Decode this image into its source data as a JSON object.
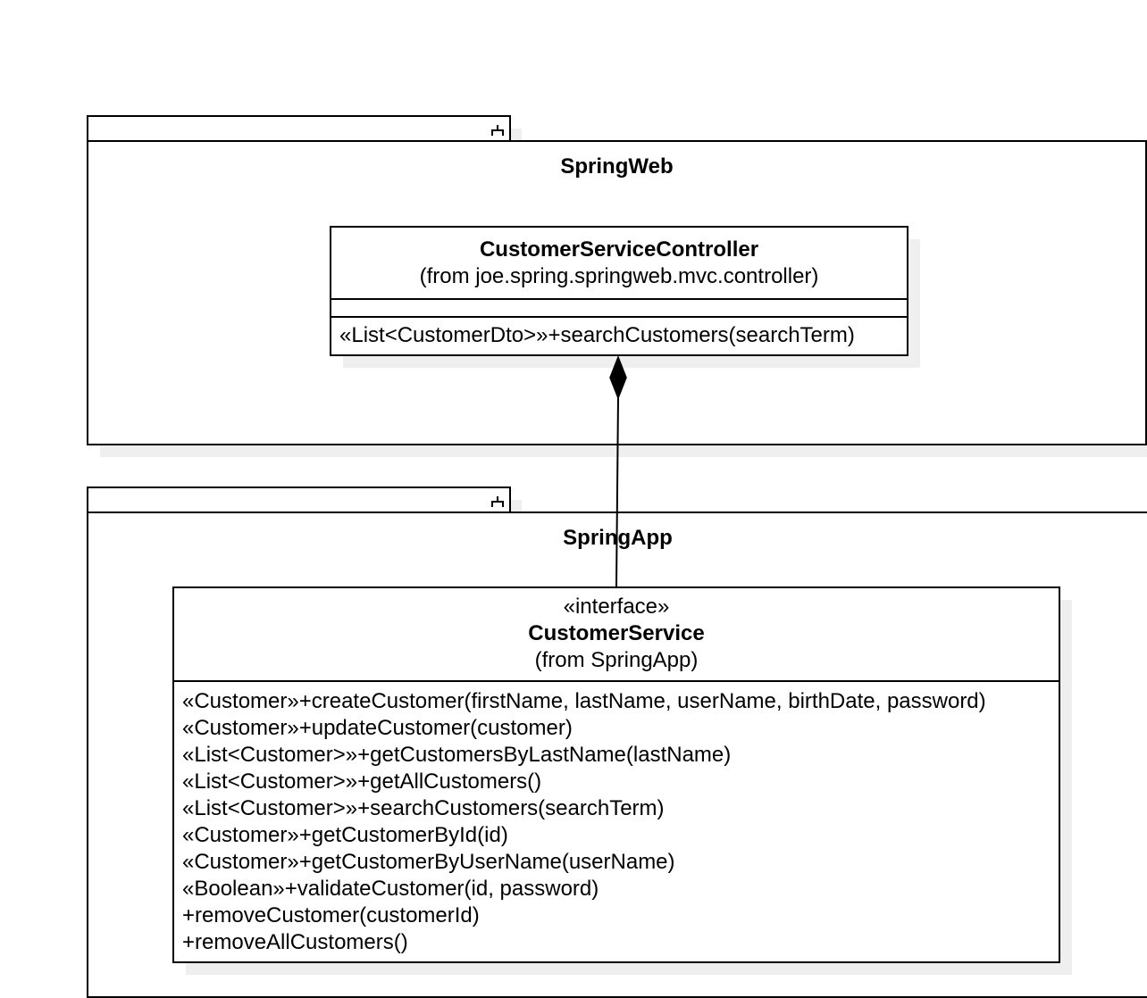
{
  "packages": [
    {
      "name": "SpringWeb"
    },
    {
      "name": "SpringApp"
    }
  ],
  "controller": {
    "name": "CustomerServiceController",
    "from": "(from joe.spring.springweb.mvc.controller)",
    "operations": [
      "«List<CustomerDto>»+searchCustomers(searchTerm)"
    ]
  },
  "service": {
    "stereotype": "«interface»",
    "name": "CustomerService",
    "from": "(from SpringApp)",
    "operations": [
      "«Customer»+createCustomer(firstName, lastName, userName, birthDate, password)",
      "«Customer»+updateCustomer(customer)",
      "«List<Customer>»+getCustomersByLastName(lastName)",
      "«List<Customer>»+getAllCustomers()",
      "«List<Customer>»+searchCustomers(searchTerm)",
      "«Customer»+getCustomerById(id)",
      "«Customer»+getCustomerByUserName(userName)",
      "«Boolean»+validateCustomer(id, password)",
      "+removeCustomer(customerId)",
      "+removeAllCustomers()"
    ]
  },
  "relationship": {
    "type": "composition"
  }
}
